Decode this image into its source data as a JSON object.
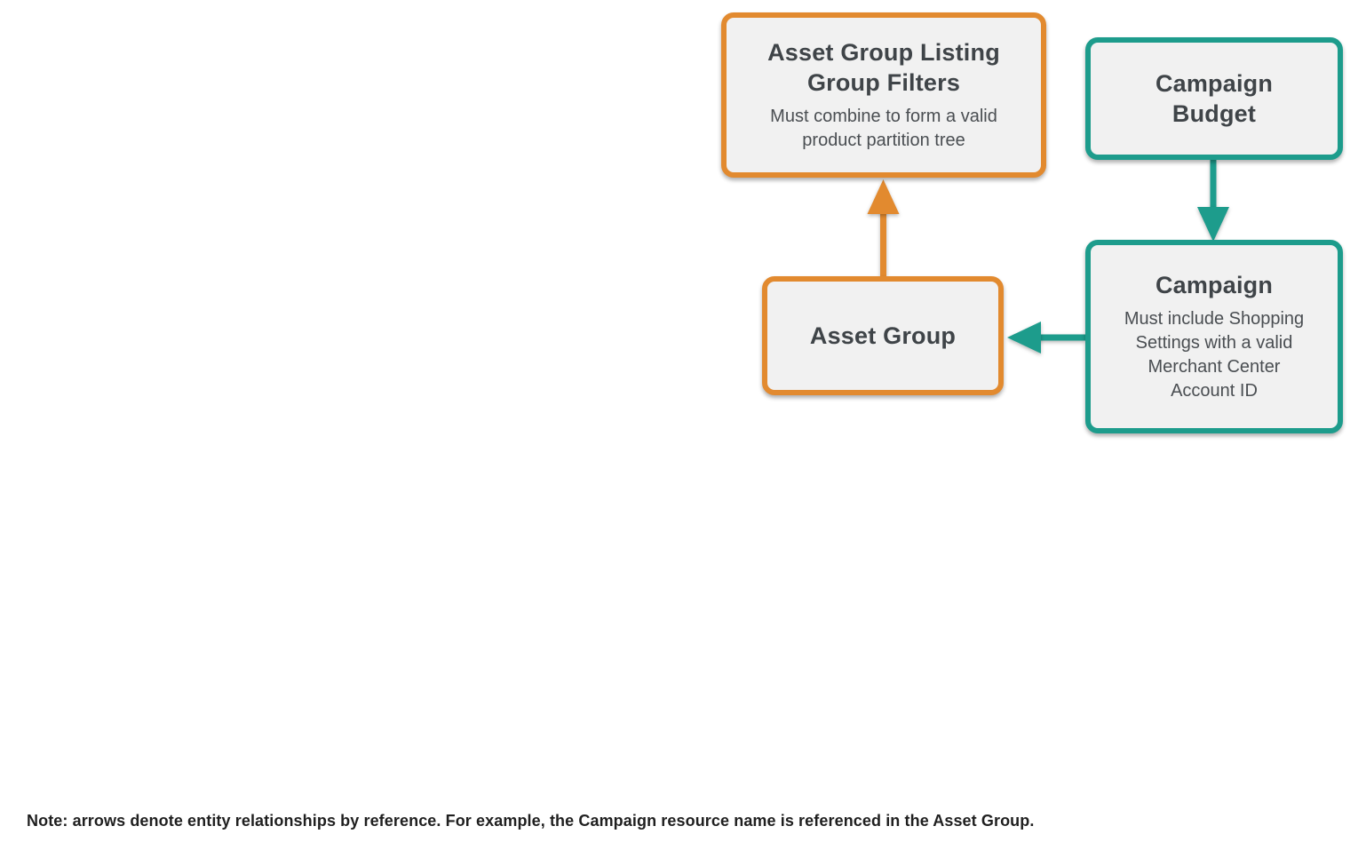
{
  "colors": {
    "orange": "#E28A2F",
    "teal": "#1D9C8C",
    "box_fill": "#F1F1F1",
    "text_dark": "#3F4448",
    "text_sub": "#4A4E52",
    "note_color": "#1F1F1F"
  },
  "diagram": {
    "nodes": {
      "listing_filters": {
        "title": "Asset Group Listing Group Filters",
        "subtitle": "Must combine to form a valid product partition tree",
        "border_color": "orange"
      },
      "campaign_budget": {
        "title": "Campaign Budget",
        "border_color": "teal"
      },
      "campaign": {
        "title": "Campaign",
        "subtitle": "Must include Shopping Settings with a valid Merchant Center Account ID",
        "border_color": "teal"
      },
      "asset_group": {
        "title": "Asset Group",
        "border_color": "orange"
      }
    },
    "edges": [
      {
        "from": "asset_group",
        "to": "listing_filters",
        "color": "orange",
        "direction": "up"
      },
      {
        "from": "campaign_budget",
        "to": "campaign",
        "color": "teal",
        "direction": "down"
      },
      {
        "from": "campaign",
        "to": "asset_group",
        "color": "teal",
        "direction": "left"
      }
    ]
  },
  "note": "Note: arrows denote entity relationships by reference. For example, the Campaign resource name is referenced in the Asset Group."
}
